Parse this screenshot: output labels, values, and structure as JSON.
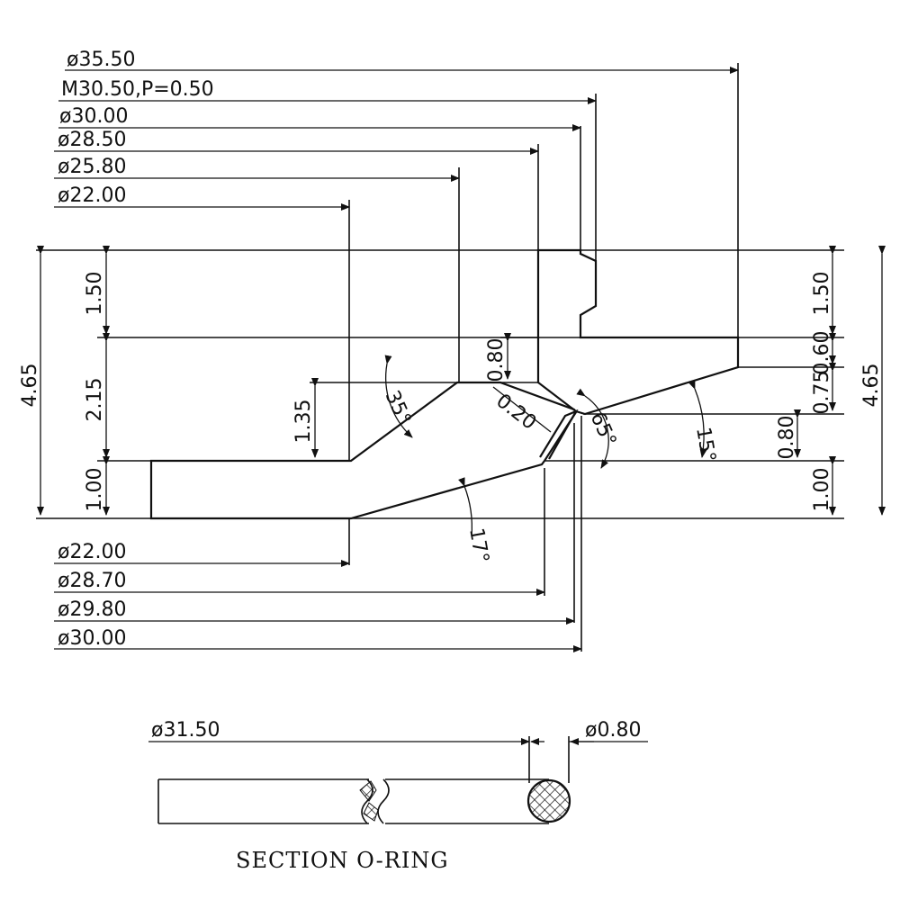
{
  "dimensions": {
    "top_callouts": [
      "ø35.50",
      "M30.50,P=0.50",
      "ø30.00",
      "ø28.50",
      "ø25.80",
      "ø22.00"
    ],
    "bottom_callouts": [
      "ø22.00",
      "ø28.70",
      "ø29.80",
      "ø30.00"
    ],
    "left_heights": {
      "total": "4.65",
      "top": "1.50",
      "middle": "2.15",
      "bottom": "1.00"
    },
    "right_heights": {
      "total": "4.65",
      "top": "1.50",
      "a": "0.60",
      "b": "0.75",
      "c": "0.80",
      "bottom": "1.00"
    },
    "inner": {
      "step_height": "0.80",
      "bore_height": "1.35",
      "gap": "0.20"
    },
    "angles": {
      "a35": "35°",
      "a65": "65°",
      "a15": "15°",
      "a17": "17°"
    }
  },
  "oring": {
    "dia_outer": "ø31.50",
    "cross_section": "ø0.80",
    "caption": "SECTION  O-RING"
  }
}
